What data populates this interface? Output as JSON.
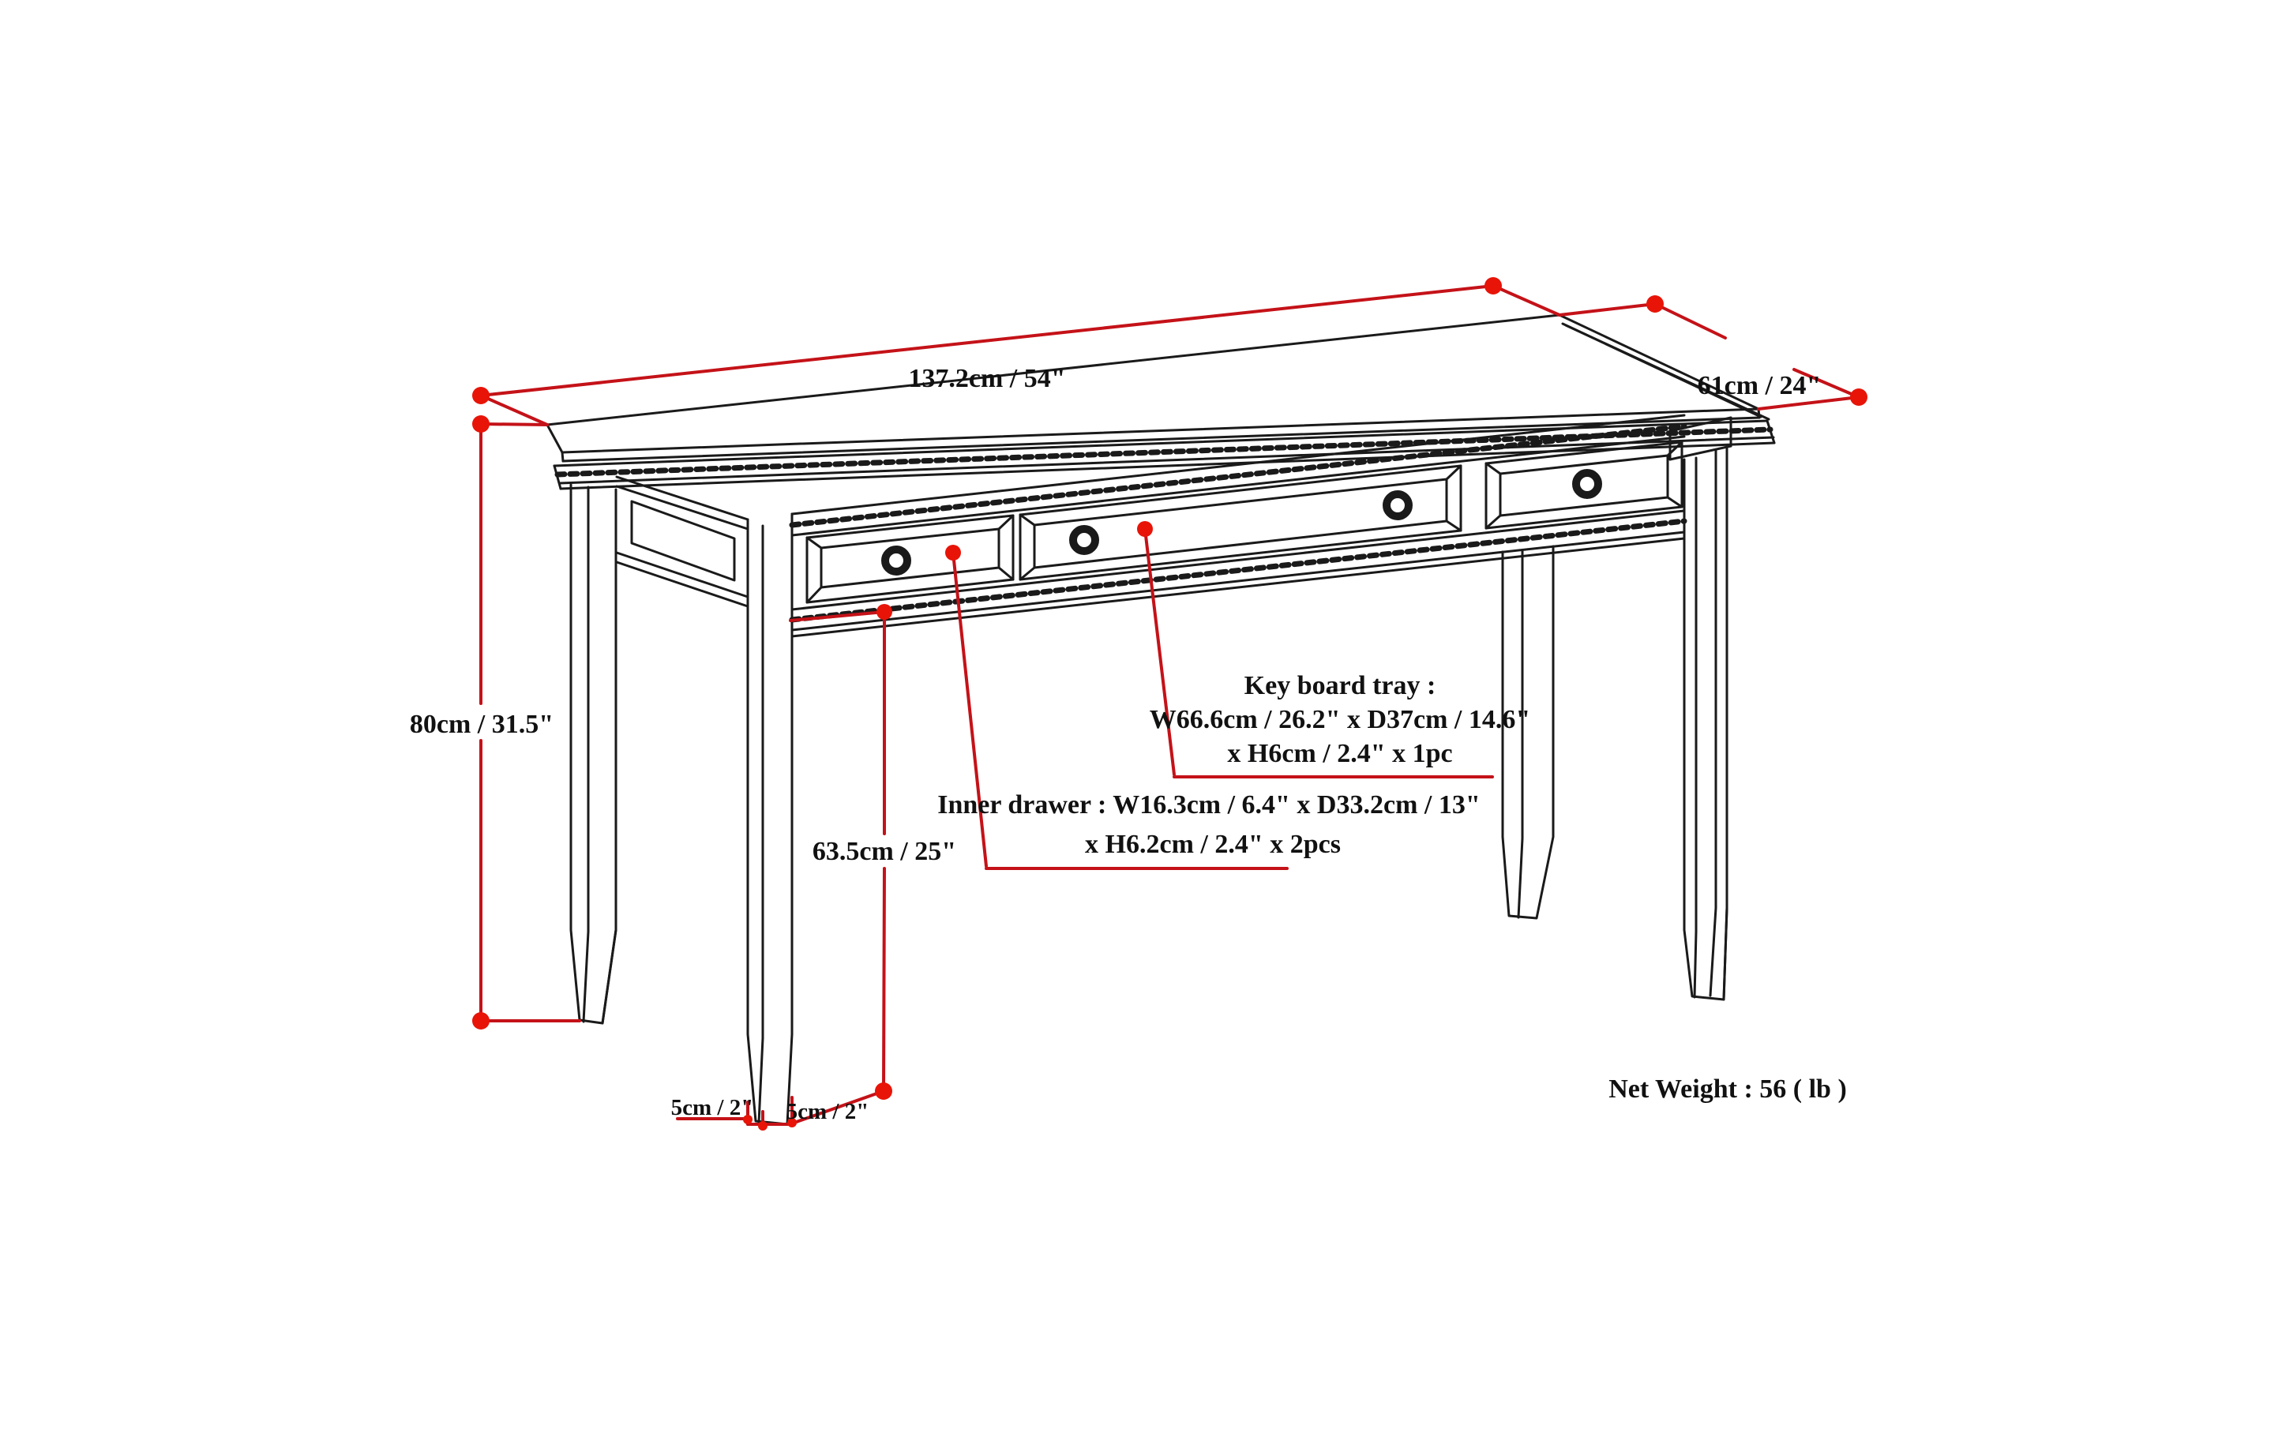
{
  "diagram": {
    "title_hint": "desk dimension drawing",
    "dimensions": {
      "width": {
        "label": "137.2cm / 54\""
      },
      "depth": {
        "label": "61cm / 24\""
      },
      "height": {
        "label": "80cm / 31.5\""
      },
      "clearance": {
        "label": "63.5cm / 25\""
      },
      "leg_side": {
        "label": "5cm / 2\""
      },
      "leg_front": {
        "label": "5cm / 2\""
      }
    },
    "callouts": {
      "keyboard_tray": {
        "line1": "Key board tray :",
        "line2": "W66.6cm / 26.2\" x D37cm / 14.6\"",
        "line3": "x H6cm / 2.4\" x 1pc"
      },
      "inner_drawer": {
        "line1": "Inner drawer : W16.3cm / 6.4\" x D33.2cm / 13\"",
        "line2": "x H6.2cm / 2.4\" x 2pcs"
      }
    },
    "net_weight": {
      "label": "Net Weight : 56 ( lb )"
    },
    "colors": {
      "dimension_line": "#c41218",
      "marker_dot": "#e81408",
      "drawing_line": "#1a1a1a",
      "background": "#ffffff"
    }
  }
}
